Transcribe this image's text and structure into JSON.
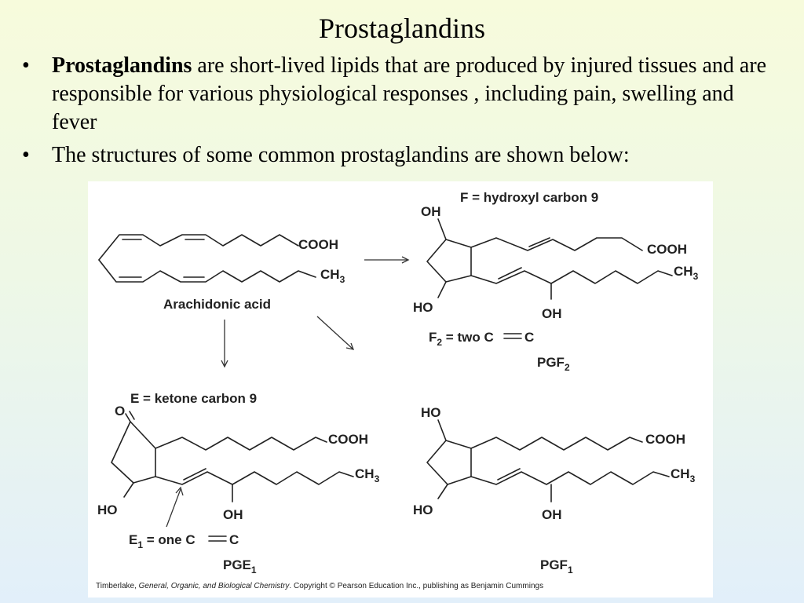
{
  "slide": {
    "title": "Prostaglandins",
    "bullets": [
      {
        "bold": "Prostaglandins",
        "text": " are short-lived lipids that are produced by injured tissues and are responsible for various physiological responses , including pain, swelling and fever"
      },
      {
        "bold": "",
        "text": "The structures of some common prostaglandins are shown below:"
      }
    ],
    "bullet_symbol": "•"
  },
  "figure": {
    "labels": {
      "cooh": "COOH",
      "ch": "CH",
      "ch_sub": "3",
      "oh": "OH",
      "ho": "HO",
      "o": "O",
      "arachidonic": "Arachidonic acid",
      "f_rule": "F = hydroxyl carbon 9",
      "e_rule": "E = ketone carbon 9",
      "f2_rule_main": "F",
      "f2_rule_sub": "2",
      "f2_rule_rest": " = two C",
      "c_end": "C",
      "e1_rule_main": "E",
      "e1_rule_sub": "1",
      "e1_rule_rest": " = one C",
      "pgf2_main": "PGF",
      "pgf2_sub": "2",
      "pge1_main": "PGE",
      "pge1_sub": "1",
      "pgf1_main": "PGF",
      "pgf1_sub": "1"
    },
    "caption": {
      "before": "Timberlake, ",
      "book": "General, Organic, and Biological Chemistry",
      "after": ".  Copyright © Pearson Education Inc., publishing as Benjamin Cummings"
    }
  }
}
